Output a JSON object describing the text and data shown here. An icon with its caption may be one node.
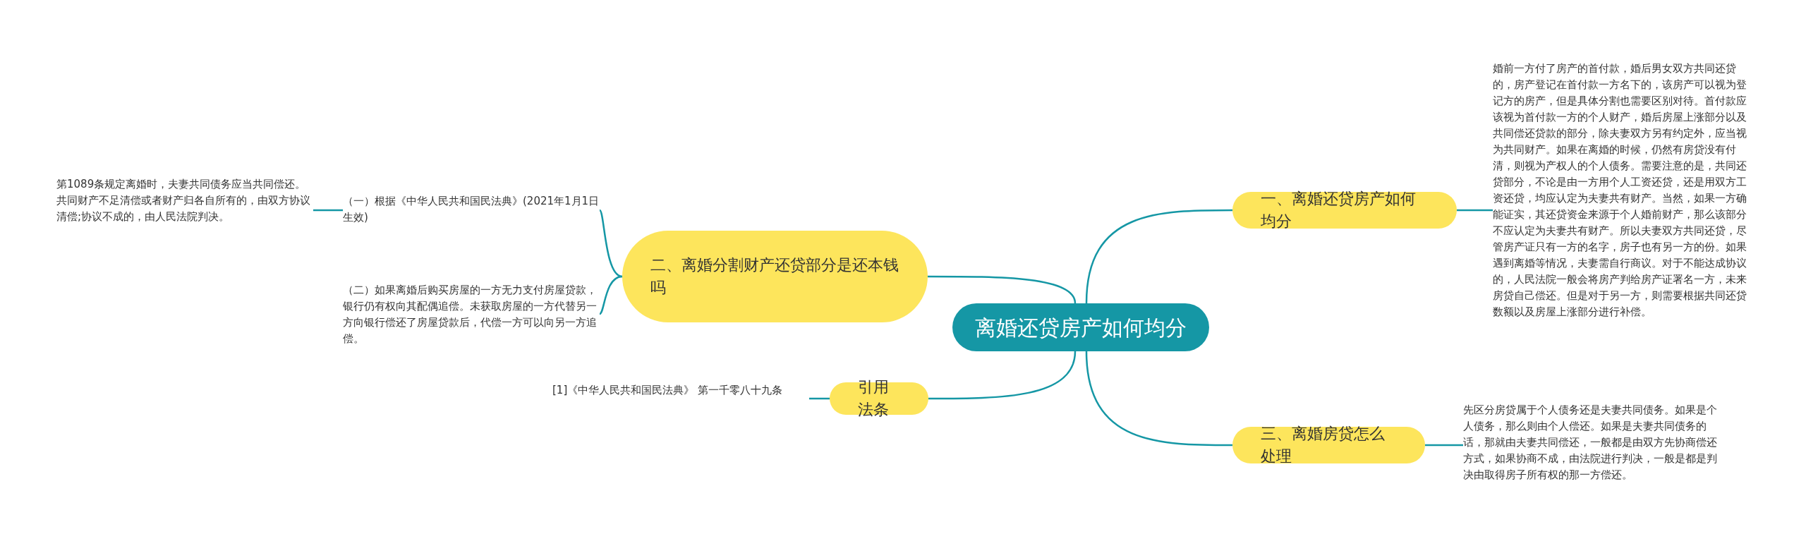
{
  "diagram": {
    "nodes": [
      {
        "text": [
          "离婚还贷房产如何均分"
        ]
      },
      {
        "text": [
          "一、离婚还贷房产如何均分"
        ]
      },
      {
        "text": [
          "婚前一方付了房产的首付款，婚后男女双方共同还贷的，房产登记在首付款一方名下的，该房产可以视为登记方的房产，但是具体分割也需要区别对待。首付款应该视为首付款一方的个人财产，婚后房屋上涨部分以及共同偿还贷款的部分，除夫妻双方另有约定外，应当视为共同财产。如果在离婚的时候，仍然有房贷没有付清，则视为产权人的个人债务。需要注意的是，共同还贷部分，不论是由一方用个人工资还贷，还是用双方工资还贷，均应认定为夫妻共有财产。当然，如果一方确能证实，其还贷资金来源于个人婚前财产，那么该部分不应认定为夫妻共有财产。所以夫妻双方共同还贷，尽管房产证只有一方的名字，房子也有另一方的份。如果遇到离婚等情况，夫妻需自行商议。对于不能达成协议的，人民法院一般会将房产判给房产证署名一方，未来房贷自己偿还。但是对于另一方，则需要根据共同还贷数额以及房屋上涨部分进行补偿。"
        ]
      },
      {
        "text": [
          "二、离婚分割财产还贷部分是还本钱吗"
        ]
      },
      {
        "text": [
          "（一）根据《中华人民共和国民法典》(2021年1月1日生效)"
        ]
      },
      {
        "text": [
          "第1089条规定离婚时，夫妻共同债务应当共同偿还。共同财产不足清偿或者财产归各自所有的，由双方协议清偿;协议不成的，由人民法院判决。"
        ]
      },
      {
        "text": [
          "（二）如果离婚后购买房屋的一方无力支付房屋贷款，银行仍有权向其配偶追偿。未获取房屋的一方代替另一方向银行偿还了房屋贷款后，代偿一方可以向另一方追偿。"
        ]
      },
      {
        "text": [
          "引用法条"
        ]
      },
      {
        "text": [
          "[1]《中华人民共和国民法典》 第一千零八十九条"
        ]
      },
      {
        "text": [
          "三、离婚房贷怎么处理"
        ]
      },
      {
        "text": [
          "先区分房贷属于个人债务还是夫妻共同债务。如果是个人债务，那么则由个人偿还。如果是夫妻共同债务的话，那就由夫妻共同偿还，一般都是由双方先协商偿还方式，如果协商不成，由法院进行判决，一般是都是判决由取得房子所有权的那一方偿还。"
        ]
      }
    ],
    "edges": [
      {
        "from": 0,
        "to": 1,
        "arrow": "none"
      },
      {
        "from": 1,
        "to": 2,
        "arrow": "none"
      },
      {
        "from": 0,
        "to": 3,
        "arrow": "none"
      },
      {
        "from": 3,
        "to": 4,
        "arrow": "none"
      },
      {
        "from": 4,
        "to": 5,
        "arrow": "none"
      },
      {
        "from": 3,
        "to": 6,
        "arrow": "none"
      },
      {
        "from": 0,
        "to": 7,
        "arrow": "none"
      },
      {
        "from": 7,
        "to": 8,
        "arrow": "none"
      },
      {
        "from": 0,
        "to": 9,
        "arrow": "none"
      },
      {
        "from": 9,
        "to": 10,
        "arrow": "none"
      }
    ]
  }
}
